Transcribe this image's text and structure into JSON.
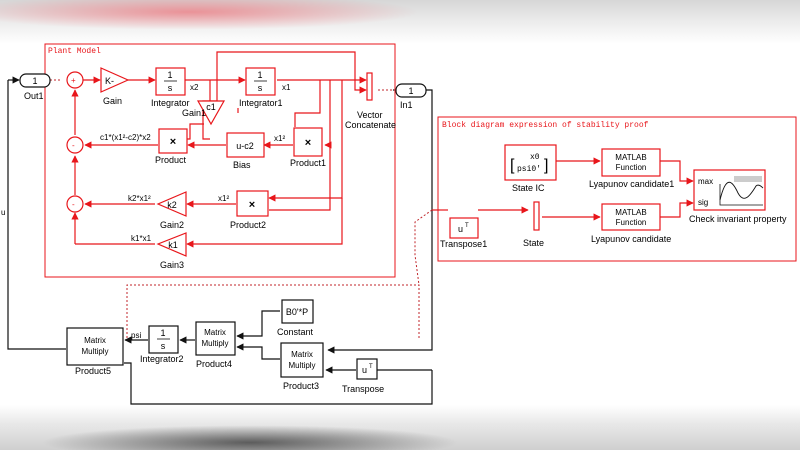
{
  "subsystems": {
    "plant_model": "Plant Model",
    "stability_proof": "Block diagram expression of stability proof"
  },
  "blocks": {
    "out1": {
      "port": "1",
      "label": "Out1"
    },
    "in1": {
      "port": "1",
      "label": "In1"
    },
    "gain": {
      "text": "K-",
      "label": "Gain"
    },
    "integrator": {
      "num": "1",
      "den": "s",
      "label": "Integrator"
    },
    "integrator1": {
      "num": "1",
      "den": "s",
      "label": "Integrator1"
    },
    "gain1": {
      "text": "c1",
      "label": "Gain1"
    },
    "vector_concat": {
      "label1": "Vector",
      "label2": "Concatenate"
    },
    "product": {
      "label": "Product"
    },
    "bias": {
      "text": "u-c2",
      "label": "Bias"
    },
    "product1": {
      "label": "Product1"
    },
    "product2": {
      "label": "Product2"
    },
    "gain2": {
      "text": "k2",
      "label": "Gain2"
    },
    "gain3": {
      "text": "k1",
      "label": "Gain3"
    },
    "state_ic": {
      "line1": "x0",
      "line2": "psi0'",
      "label": "State IC"
    },
    "lyap1": {
      "line1": "MATLAB",
      "line2": "Function",
      "label": "Lyapunov candidate1"
    },
    "lyap": {
      "line1": "MATLAB",
      "line2": "Function",
      "label": "Lyapunov candidate"
    },
    "check": {
      "max": "max",
      "sig": "sig",
      "label": "Check invariant property"
    },
    "transpose1": {
      "text": "u",
      "sup": "T",
      "label": "Transpose1"
    },
    "state": {
      "label": "State"
    },
    "constant": {
      "text": "B0'*P",
      "label": "Constant"
    },
    "integrator2": {
      "num": "1",
      "den": "s",
      "label": "Integrator2"
    },
    "product4": {
      "line1": "Matrix",
      "line2": "Multiply",
      "label": "Product4"
    },
    "product3": {
      "line1": "Matrix",
      "line2": "Multiply",
      "label": "Product3"
    },
    "product5": {
      "line1": "Matrix",
      "line2": "Multiply",
      "label": "Product5"
    },
    "transpose": {
      "text": "u",
      "sup": "T",
      "label": "Transpose"
    }
  },
  "signals": {
    "x2": "x2",
    "x1": "x1",
    "c1_expr": "c1*(x1²-c2)*x2",
    "x1_sq_a": "x1²",
    "k2_expr": "k2*x1²",
    "x1_sq_b": "x1²",
    "k1_expr": "k1*x1",
    "psi": "psi",
    "u": "u"
  },
  "product_symbol": "×",
  "colors": {
    "accent": "#e8161b",
    "line": "#111111",
    "trace": "#c0262b"
  }
}
